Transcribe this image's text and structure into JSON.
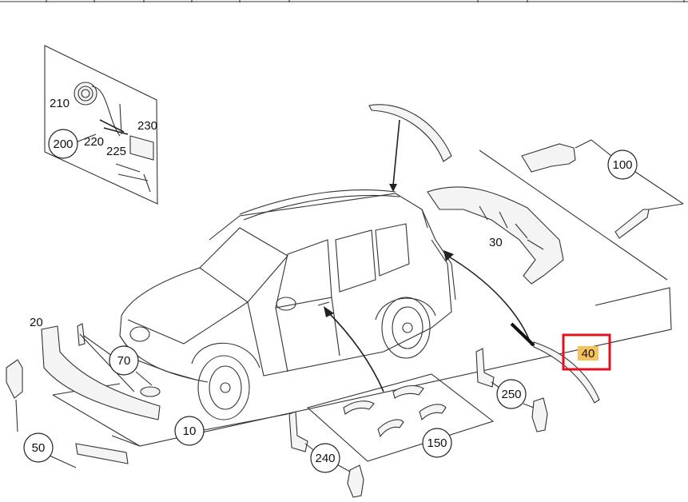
{
  "callouts": {
    "c200": "200",
    "c210": "210",
    "c220": "220",
    "c225": "225",
    "c230": "230",
    "c100": "100",
    "c30": "30",
    "c20": "20",
    "c70": "70",
    "c10": "10",
    "c50": "50",
    "c40": "40",
    "c250": "250",
    "c150": "150",
    "c240": "240"
  },
  "colors": {
    "highlight_box": "#e0121e",
    "highlight_label_bg": "#f7c25a",
    "line": "#333333"
  }
}
